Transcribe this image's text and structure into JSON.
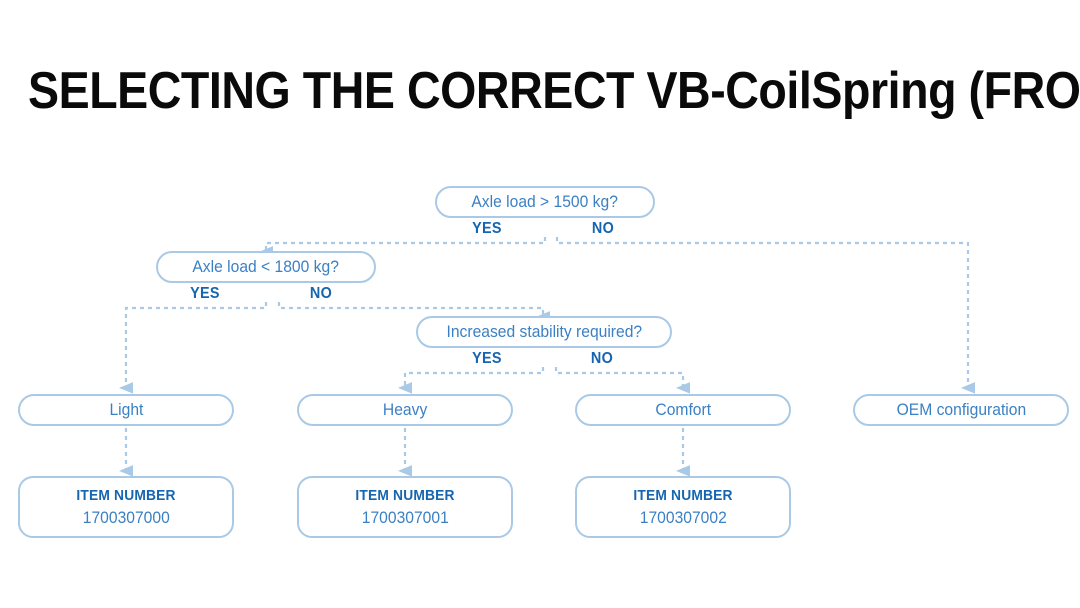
{
  "title": "SELECTING THE CORRECT VB-CoilSpring (FRONT AXLE)",
  "colors": {
    "title_text": "#0a0a0a",
    "node_border": "#a9c9e6",
    "node_text": "#3b80c4",
    "branch_text": "#1565b0",
    "connector": "#a9c9e6",
    "background": "#ffffff"
  },
  "chart_data": {
    "type": "diagram",
    "subtype": "decision-flowchart",
    "title": "SELECTING THE CORRECT VB-CoilSpring (FRONT AXLE)",
    "nodes": [
      {
        "id": "d1",
        "kind": "decision",
        "label": "Axle load > 1500 kg?"
      },
      {
        "id": "d2",
        "kind": "decision",
        "label": "Axle load < 1800 kg?"
      },
      {
        "id": "d3",
        "kind": "decision",
        "label": "Increased stability required?"
      },
      {
        "id": "o1",
        "kind": "outcome",
        "label": "Light"
      },
      {
        "id": "o2",
        "kind": "outcome",
        "label": "Heavy"
      },
      {
        "id": "o3",
        "kind": "outcome",
        "label": "Comfort"
      },
      {
        "id": "o4",
        "kind": "outcome",
        "label": "OEM configuration"
      },
      {
        "id": "i1",
        "kind": "item",
        "caption": "ITEM NUMBER",
        "value": "1700307000"
      },
      {
        "id": "i2",
        "kind": "item",
        "caption": "ITEM NUMBER",
        "value": "1700307001"
      },
      {
        "id": "i3",
        "kind": "item",
        "caption": "ITEM NUMBER",
        "value": "1700307002"
      }
    ],
    "edges": [
      {
        "from": "d1",
        "to": "d2",
        "label": "YES"
      },
      {
        "from": "d1",
        "to": "o4",
        "label": "NO"
      },
      {
        "from": "d2",
        "to": "o1",
        "label": "YES"
      },
      {
        "from": "d2",
        "to": "d3",
        "label": "NO"
      },
      {
        "from": "d3",
        "to": "o2",
        "label": "YES"
      },
      {
        "from": "d3",
        "to": "o3",
        "label": "NO"
      },
      {
        "from": "o1",
        "to": "i1",
        "label": ""
      },
      {
        "from": "o2",
        "to": "i2",
        "label": ""
      },
      {
        "from": "o3",
        "to": "i3",
        "label": ""
      }
    ]
  },
  "decisions": {
    "d1": {
      "label": "Axle load > 1500 kg?",
      "yes": "YES",
      "no": "NO"
    },
    "d2": {
      "label": "Axle load < 1800 kg?",
      "yes": "YES",
      "no": "NO"
    },
    "d3": {
      "label": "Increased stability required?",
      "yes": "YES",
      "no": "NO"
    }
  },
  "outcomes": {
    "light": "Light",
    "heavy": "Heavy",
    "comfort": "Comfort",
    "oem": "OEM configuration"
  },
  "items": [
    {
      "caption": "ITEM NUMBER",
      "value": "1700307000"
    },
    {
      "caption": "ITEM NUMBER",
      "value": "1700307001"
    },
    {
      "caption": "ITEM NUMBER",
      "value": "1700307002"
    }
  ]
}
